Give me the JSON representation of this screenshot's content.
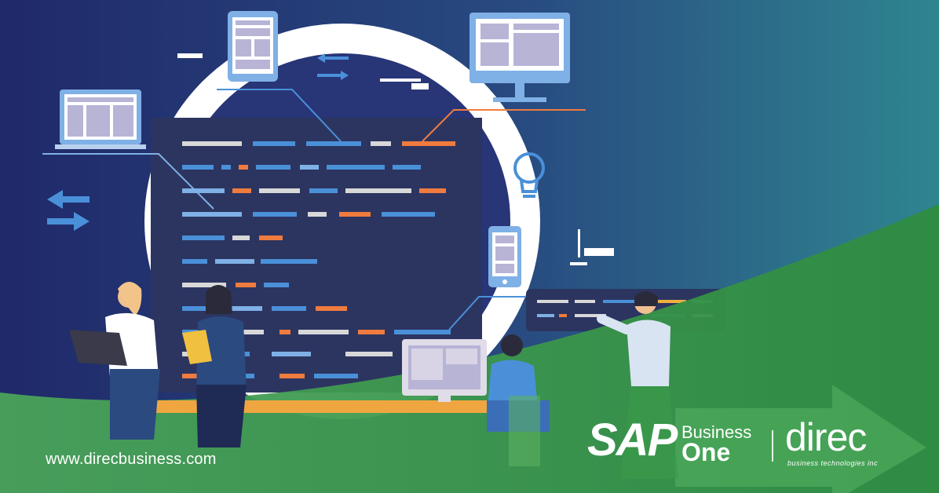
{
  "footer": {
    "website": "www.direcbusiness.com"
  },
  "brand": {
    "sap": "SAP",
    "business": "Business",
    "one": "One",
    "direc": "direc",
    "direc_tagline": "business technologies inc"
  },
  "colors": {
    "navy": "#1f2a66",
    "teal": "#2f7f8a",
    "green": "#3a9a4a",
    "orange": "#f07b3f",
    "blue_accent": "#4a90d9"
  }
}
